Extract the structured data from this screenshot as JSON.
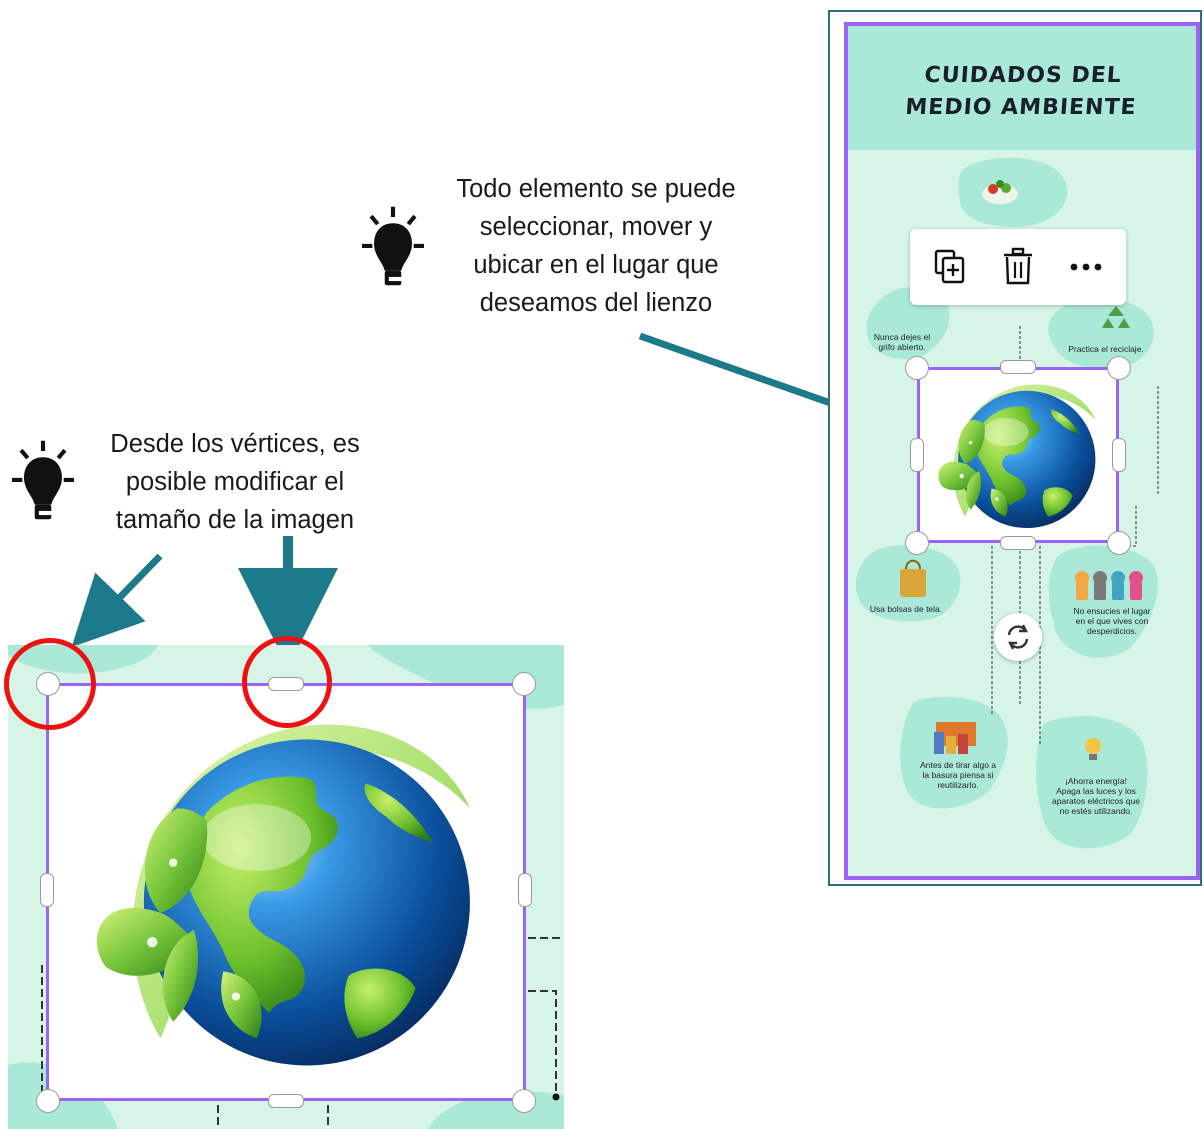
{
  "callouts": {
    "top": {
      "lines": [
        "Todo elemento se puede",
        "seleccionar, mover y",
        "ubicar en el lugar que",
        "deseamos del lienzo"
      ],
      "icon": "lightbulb-icon"
    },
    "left": {
      "lines": [
        "Desde los vértices, es",
        "posible modificar el",
        "tamaño de la imagen"
      ],
      "icon": "lightbulb-icon"
    }
  },
  "poster": {
    "title_lines": [
      "CUIDADOS DEL",
      "MEDIO AMBIENTE"
    ],
    "cards": [
      {
        "lines": [
          "Nunca dejes el",
          "grifo abierto."
        ]
      },
      {
        "lines": [
          "Practica el reciclaje."
        ]
      },
      {
        "lines": [
          "Usa bolsas de tela."
        ]
      },
      {
        "lines": [
          "No ensucies el lugar",
          "en el que vives con",
          "desperdicios."
        ]
      },
      {
        "lines": [
          "Antes de tirar algo a",
          "la basura piensa si",
          "reutilizarlo."
        ]
      },
      {
        "lines": [
          "¡Ahorra energía!",
          "Apaga las luces y los",
          "aparatos eléctricos que",
          "no estés utilizando."
        ]
      }
    ]
  },
  "toolbar": {
    "buttons": [
      "duplicate-icon",
      "trash-icon",
      "more-icon"
    ]
  },
  "colors": {
    "accent_purple": "#9c63f5",
    "arrow_teal": "#1d7a8a",
    "poster_bg": "#d6f5e6",
    "header_bg": "#aae8d8",
    "highlight_red": "#e11111"
  }
}
